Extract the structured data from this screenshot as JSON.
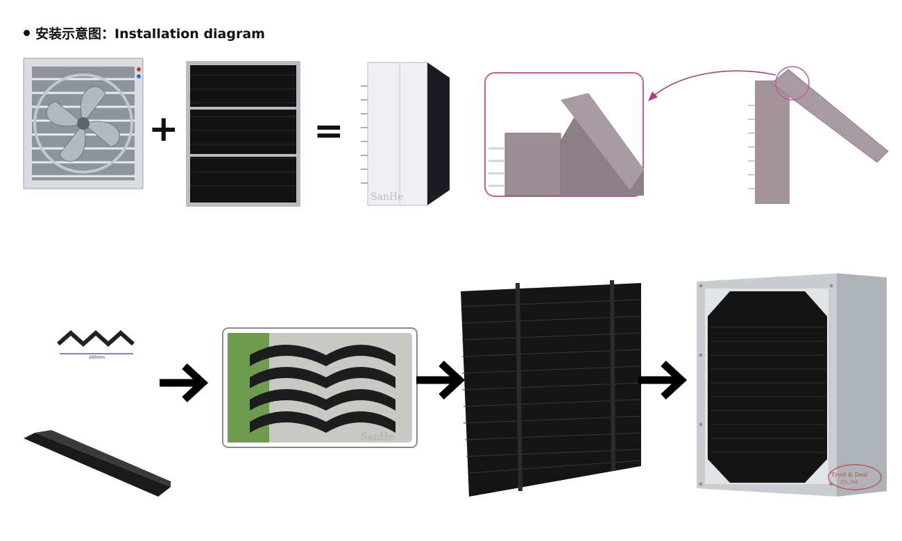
{
  "title": {
    "bullet": "●",
    "text": "安装示意图：Installation diagram"
  },
  "operators": {
    "plus": "+",
    "equals": "="
  },
  "watermarks": {
    "brand": "SanHe"
  },
  "profile": {
    "dimension": "260mm"
  },
  "logo": {
    "line1": "Trust & Deal",
    "line2": "Co., Ltd"
  },
  "colors": {
    "callout_border": "#c05aa0",
    "arrow_magenta": "#b8397e",
    "black_panel": "#121212",
    "steel": "#c9cdd2"
  },
  "icons": [
    "arrow-right-icon",
    "curved-arrow-icon"
  ]
}
